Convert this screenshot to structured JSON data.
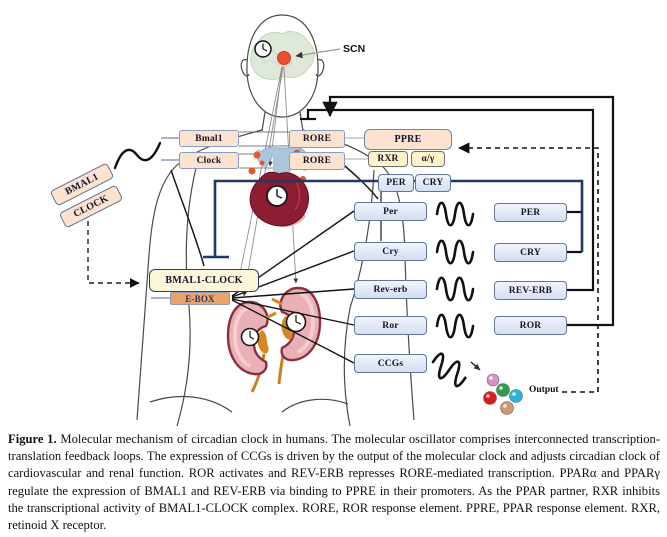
{
  "figure": {
    "scn_label": "SCN",
    "output_label": "Output",
    "boxes": {
      "bmal1_gene": "Bmal1",
      "clock_gene": "Clock",
      "rore1": "RORE",
      "rore2": "RORE",
      "ppre": "PPRE",
      "rxr": "RXR",
      "ppar_isoforms": "α/γ",
      "per_complex": "PER",
      "cry_complex": "CRY",
      "bmal1_protein": "BMAL1",
      "clock_protein": "CLOCK",
      "bmal1_clock": "BMAL1-CLOCK",
      "ebox": "E-BOX",
      "per_mrna": "Per",
      "cry_mrna": "Cry",
      "reverb_mrna": "Rev-erb",
      "ror_mrna": "Ror",
      "ccgs": "CCGs",
      "per_protein": "PER",
      "cry_protein": "CRY",
      "reverb_protein": "REV-ERB",
      "ror_protein": "ROR"
    },
    "colors": {
      "navy_inhibition": "#1f3864",
      "gene_box_fill": "#fbe3d0",
      "cofactor_box_fill": "#fdf3c8",
      "rna_protein_box_fill": "#dce4f2",
      "complex_box_fill": "#fdf6d8",
      "ebox_fill": "#f0a265",
      "scn_dot": "#ef4f2e",
      "output_dots": [
        "#d793c9",
        "#2f9e4f",
        "#2ab5e0",
        "#e01818",
        "#cc9a70"
      ]
    }
  },
  "caption": {
    "label": "Figure 1.",
    "text": "Molecular mechanism of circadian clock in humans.  The molecular oscillator comprises interconnected transcription-translation feedback loops.  The expression of CCGs is driven by the output of the molecular clock and adjusts circadian clock of cardiovascular and renal function.  ROR activates and REV-ERB represses RORE-mediated transcription. PPARα and PPARγ regulate the expression of BMAL1 and REV-ERB via binding to PPRE in their promoters. As the PPAR partner, RXR inhibits the transcriptional activity of BMAL1-CLOCK complex. RORE, ROR response element. PPRE, PPAR response element. RXR, retinoid X receptor."
  }
}
